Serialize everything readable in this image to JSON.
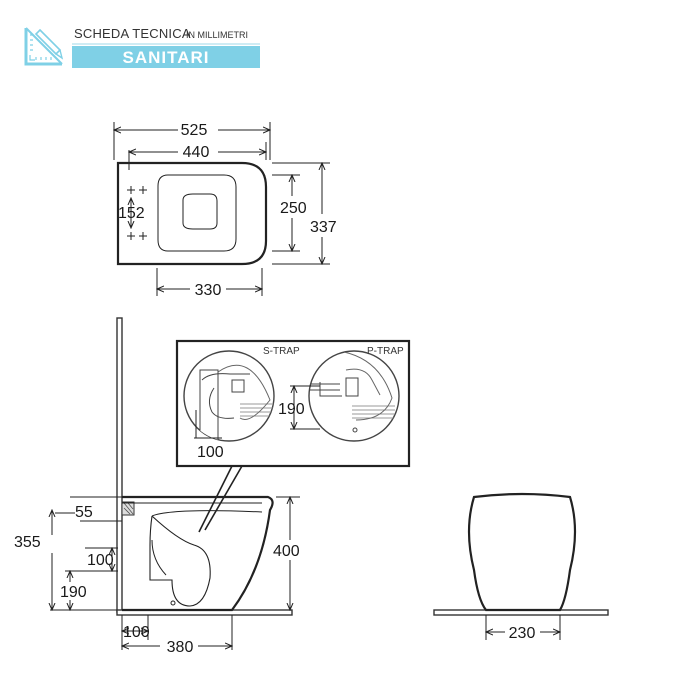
{
  "header": {
    "title": "SCHEDA TECNICA",
    "subtitle": "IN MILLIMETRI",
    "category": "SANITARI",
    "accent_color": "#7fd0e6",
    "icon": "ruler-pencil-icon"
  },
  "top_view": {
    "overall_length": "525",
    "seat_length": "440",
    "fixing_spacing": "152",
    "seat_width": "250",
    "overall_width": "337",
    "outlet_to_front": "330"
  },
  "detail": {
    "s_trap_label": "S-TRAP",
    "p_trap_label": "P-TRAP",
    "p_trap_height": "190",
    "s_trap_offset": "100"
  },
  "side_view": {
    "inlet_height": "55",
    "inlet_from_floor": "355",
    "outlet_center": "100",
    "outlet_from_floor": "190",
    "overall_height": "400",
    "wall_to_outlet": "100",
    "overall_depth": "380"
  },
  "front_view": {
    "width": "230"
  }
}
